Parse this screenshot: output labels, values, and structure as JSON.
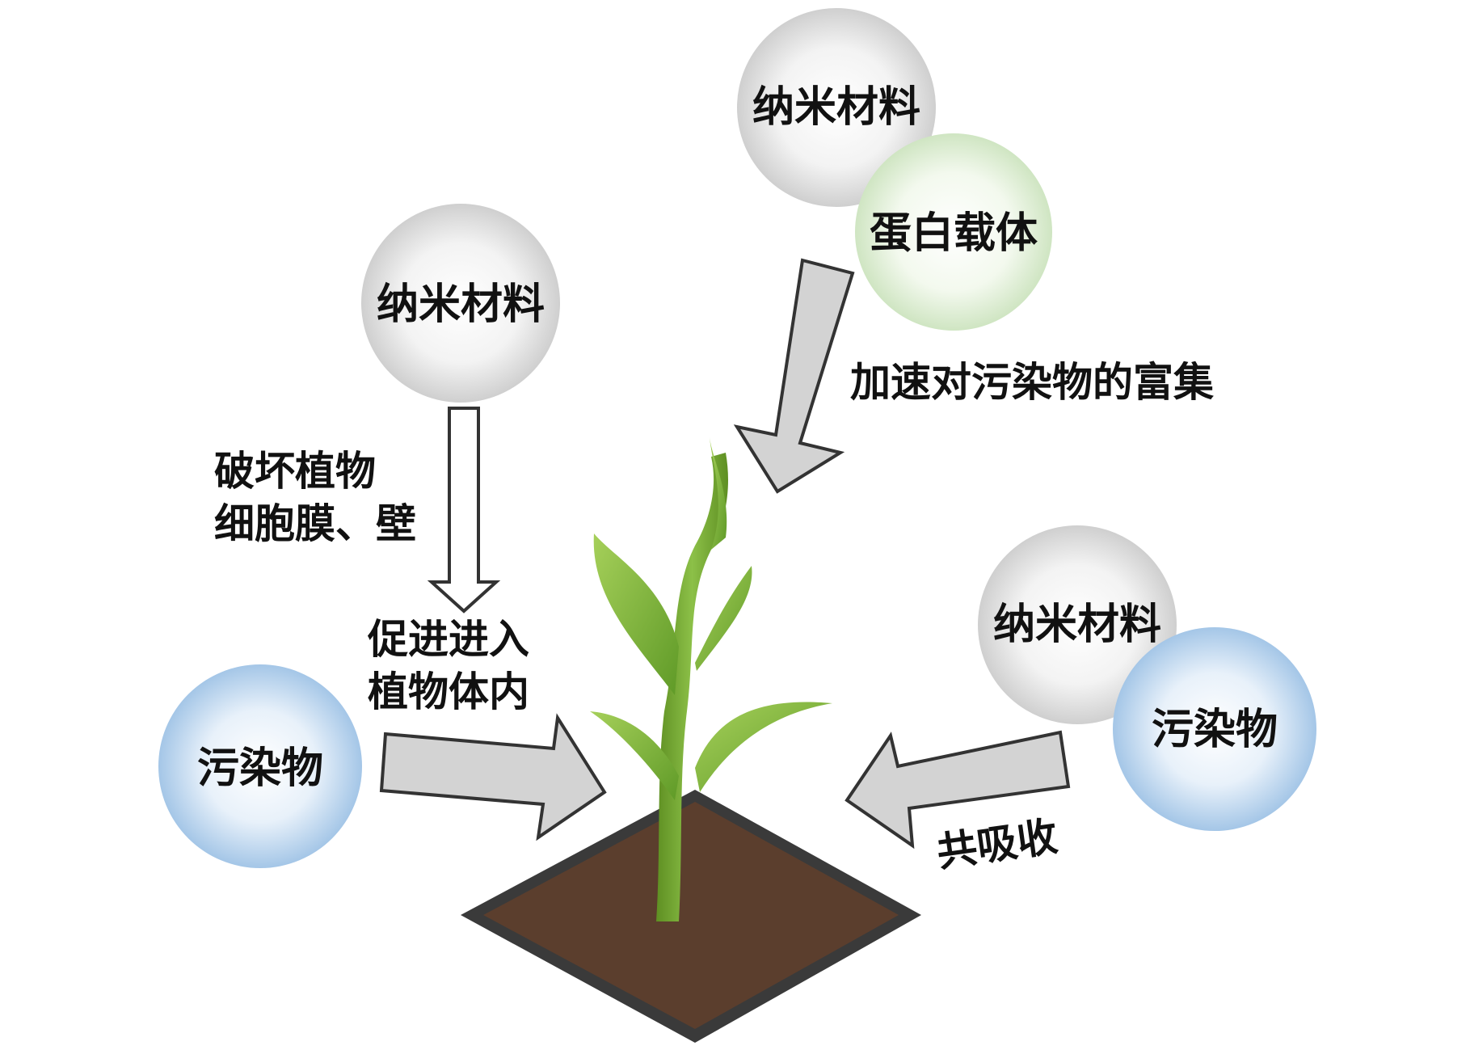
{
  "nodes": {
    "nano_top": "纳米材料",
    "protein_carrier": "蛋白载体",
    "nano_left": "纳米材料",
    "pollutant_left": "污染物",
    "nano_right": "纳米材料",
    "pollutant_right": "污染物"
  },
  "labels": {
    "accelerate_enrichment": "加速对污染物的富集",
    "damage_line1": "破坏植物",
    "damage_line2": "细胞膜、壁",
    "promote_line1": "促进进入",
    "promote_line2": "植物体内",
    "co_absorption": "共吸收"
  },
  "colors": {
    "sphere_gray": "#d4d4d4",
    "sphere_green": "#d6ebcb",
    "sphere_blue": "#a9c9e8",
    "arrow_fill": "#d3d3d3",
    "soil": "#5b3e2d",
    "soil_border": "#3a3a3a",
    "plant_green": "#7aab35"
  }
}
